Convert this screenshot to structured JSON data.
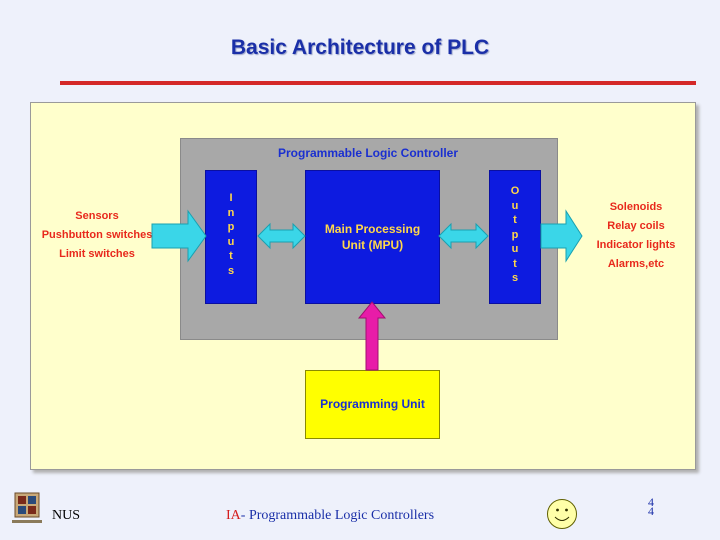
{
  "slide": {
    "title": "Basic Architecture of PLC"
  },
  "diagram": {
    "plc_label": "Programmable Logic Controller",
    "inputs_letters": [
      "I",
      "n",
      "p",
      "u",
      "t",
      "s"
    ],
    "mpu_line1": "Main Processing",
    "mpu_line2": "Unit (MPU)",
    "outputs_letters": [
      "O",
      "u",
      "t",
      "p",
      "u",
      "t",
      "s"
    ],
    "input_devices": [
      "Sensors",
      "Pushbutton switches",
      "Limit switches"
    ],
    "output_devices": [
      "Solenoids",
      "Relay coils",
      "Indicator lights",
      "Alarms,etc"
    ],
    "programming_unit": "Programming Unit",
    "colors": {
      "plc_box": "#a8a8a8",
      "blocks": "#0d1be0",
      "block_text": "#ffd84a",
      "device_text": "#e8291c",
      "programming_unit": "#ffff00",
      "io_arrows": "#3ad6e8",
      "program_arrow": "#e81ca8"
    }
  },
  "footer": {
    "org": "NUS",
    "course_prefix": "IA",
    "course_rest": "- Programmable Logic Controllers",
    "page_top": "4",
    "page_bottom": "4",
    "logo_icon": "university-crest-icon",
    "smiley_icon": "smiley-face-icon"
  }
}
